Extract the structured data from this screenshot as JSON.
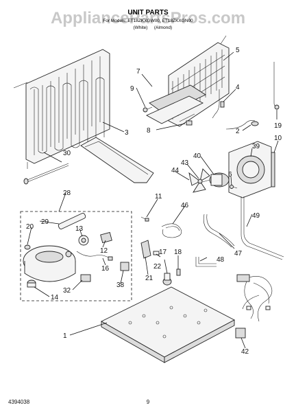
{
  "header": {
    "watermark": "AppliancePartsPros.com",
    "title": "UNIT PARTS",
    "models": "For Models: ET18ZKXGW00, ET18ZKXGN00",
    "variants": [
      "(White)",
      "(Almond)"
    ]
  },
  "callouts": [
    "1",
    "2",
    "3",
    "4",
    "5",
    "6",
    "7",
    "8",
    "9",
    "10",
    "11",
    "12",
    "13",
    "14",
    "16",
    "17",
    "18",
    "19",
    "20",
    "21",
    "22",
    "28",
    "29",
    "30",
    "32",
    "38",
    "39",
    "40",
    "42",
    "43",
    "44",
    "46",
    "47",
    "48",
    "49"
  ],
  "footer": {
    "doc_number": "4394038",
    "page": "9"
  }
}
